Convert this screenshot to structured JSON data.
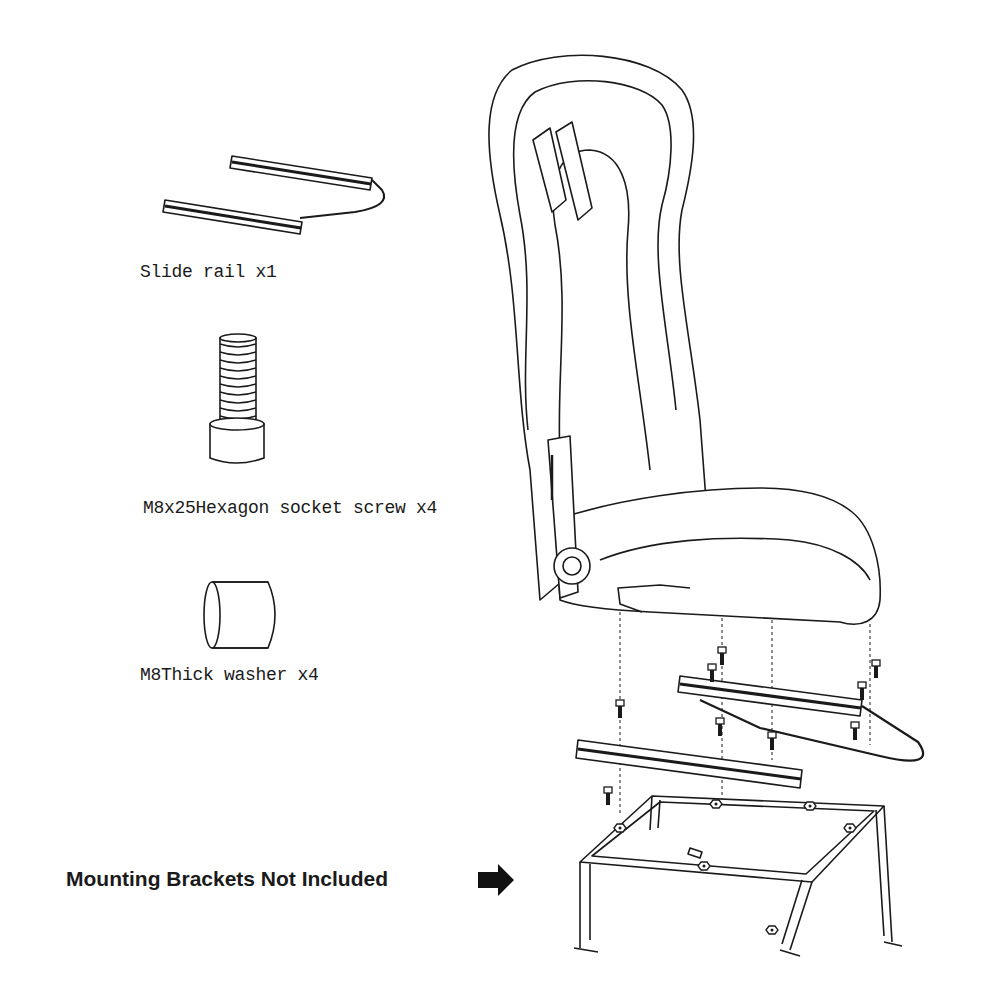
{
  "diagram": {
    "labels": [
      "Slide rail x1",
      "M8x25Hexagon socket screw x4",
      "M8Thick washer x4",
      "Mounting Brackets Not Included"
    ]
  }
}
